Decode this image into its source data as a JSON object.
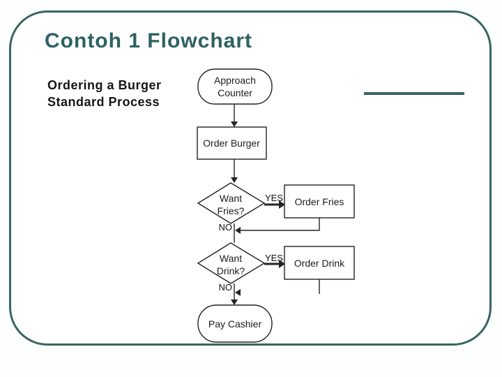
{
  "slide": {
    "title": "Contoh 1 Flowchart",
    "accent_color": "#2e6161"
  },
  "diagram": {
    "heading": {
      "line1": "Ordering a Burger",
      "line2": "Standard Process"
    },
    "nodes": {
      "start": {
        "type": "terminator",
        "line1": "Approach",
        "line2": "Counter"
      },
      "order_burger": {
        "type": "process",
        "label": "Order Burger"
      },
      "want_fries": {
        "type": "decision",
        "line1": "Want",
        "line2": "Fries?",
        "yes_label": "YES",
        "no_label": "NO"
      },
      "order_fries": {
        "type": "process",
        "label": "Order Fries"
      },
      "want_drink": {
        "type": "decision",
        "line1": "Want",
        "line2": "Drink?",
        "yes_label": "YES",
        "no_label": "NO"
      },
      "order_drink": {
        "type": "process",
        "label": "Order Drink"
      },
      "end": {
        "type": "terminator",
        "label": "Pay Cashier"
      }
    },
    "flow": [
      "Approach Counter -> Order Burger",
      "Order Burger -> Want Fries?",
      "Want Fries? -YES-> Order Fries",
      "Want Fries? -NO-> Want Drink?",
      "Order Fries -> (rejoins NO line)",
      "Want Drink? -YES-> Order Drink",
      "Want Drink? -NO-> Pay Cashier",
      "Order Drink -> (rejoins NO line)"
    ]
  }
}
